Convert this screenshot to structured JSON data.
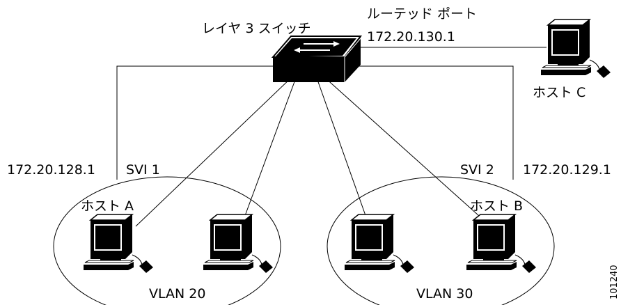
{
  "switch": {
    "label": "レイヤ 3 スイッチ"
  },
  "routed_port": {
    "label": "ルーテッド ポート",
    "ip": "172.20.130.1"
  },
  "svi1": {
    "label": "SVI 1",
    "ip": "172.20.128.1"
  },
  "svi2": {
    "label": "SVI 2",
    "ip": "172.20.129.1"
  },
  "hosts": {
    "a": "ホスト A",
    "b": "ホスト B",
    "c": "ホスト C"
  },
  "vlans": {
    "v20": "VLAN 20",
    "v30": "VLAN 30"
  },
  "figure_id": "101240"
}
